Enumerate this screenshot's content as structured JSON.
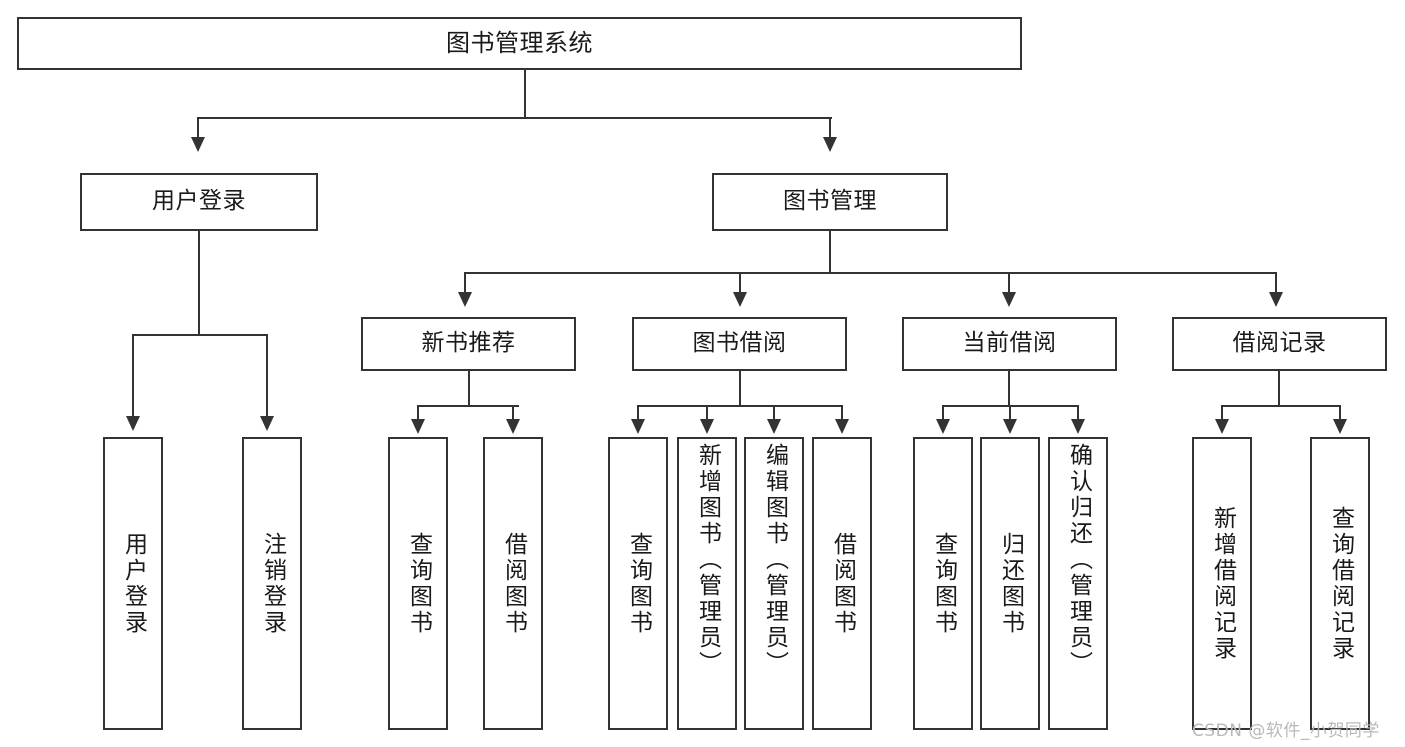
{
  "diagram": {
    "type": "tree-hierarchy-functional-decomposition",
    "root": {
      "label": "图书管理系统"
    },
    "level2": [
      {
        "id": "user-login",
        "label": "用户登录"
      },
      {
        "id": "book-management",
        "label": "图书管理"
      }
    ],
    "level3": [
      {
        "id": "new-book-recommend",
        "label": "新书推荐",
        "parent": "book-management"
      },
      {
        "id": "book-borrow",
        "label": "图书借阅",
        "parent": "book-management"
      },
      {
        "id": "current-borrow",
        "label": "当前借阅",
        "parent": "book-management"
      },
      {
        "id": "borrow-record",
        "label": "借阅记录",
        "parent": "book-management"
      }
    ],
    "leaves": {
      "user_login": [
        {
          "label": "用户登录"
        },
        {
          "label": "注销登录"
        }
      ],
      "new_book_recommend": [
        {
          "label": "查询图书"
        },
        {
          "label": "借阅图书"
        }
      ],
      "book_borrow": [
        {
          "label": "查询图书"
        },
        {
          "label": "新增图书（管理员）"
        },
        {
          "label": "编辑图书（管理员）"
        },
        {
          "label": "借阅图书"
        }
      ],
      "current_borrow": [
        {
          "label": "查询图书"
        },
        {
          "label": "归还图书"
        },
        {
          "label": "确认归还（管理员）"
        }
      ],
      "borrow_record": [
        {
          "label": "新增借阅记录"
        },
        {
          "label": "查询借阅记录"
        }
      ]
    }
  },
  "watermark": {
    "text": "CSDN @软件_小贺同学"
  },
  "colors": {
    "stroke": "#333333",
    "text": "#1a1a1a",
    "background": "#ffffff",
    "watermark": "#b9b9b9"
  }
}
